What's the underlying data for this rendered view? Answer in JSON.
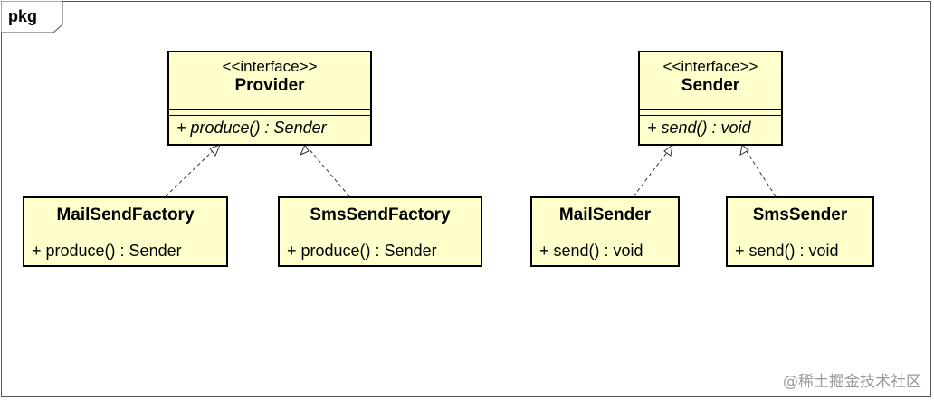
{
  "package": {
    "label": "pkg"
  },
  "interfaces": [
    {
      "stereotype": "<<interface>>",
      "name": "Provider",
      "operation": "+ produce() : Sender"
    },
    {
      "stereotype": "<<interface>>",
      "name": "Sender",
      "operation": "+ send() : void"
    }
  ],
  "classes": [
    {
      "name": "MailSendFactory",
      "operation": "+ produce() : Sender"
    },
    {
      "name": "SmsSendFactory",
      "operation": "+ produce() : Sender"
    },
    {
      "name": "MailSender",
      "operation": "+ send() : void"
    },
    {
      "name": "SmsSender",
      "operation": "+ send() : void"
    }
  ],
  "relations": [
    {
      "from": "MailSendFactory",
      "to": "Provider",
      "type": "realization"
    },
    {
      "from": "SmsSendFactory",
      "to": "Provider",
      "type": "realization"
    },
    {
      "from": "MailSender",
      "to": "Sender",
      "type": "realization"
    },
    {
      "from": "SmsSender",
      "to": "Sender",
      "type": "realization"
    }
  ],
  "watermark": "@稀土掘金技术社区"
}
